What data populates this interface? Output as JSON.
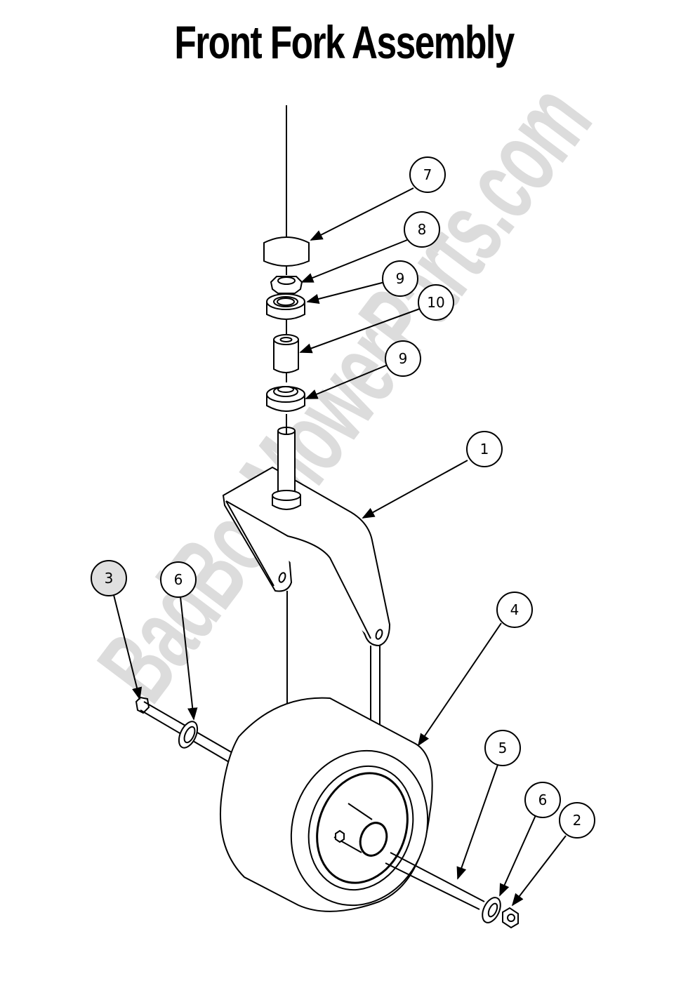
{
  "title": "Front Fork Assembly",
  "watermark": "BadBoyMowerParts.com",
  "callouts": [
    {
      "label": "7",
      "part": "dust-cap"
    },
    {
      "label": "8",
      "part": "nut"
    },
    {
      "label": "9",
      "part": "bearing-upper"
    },
    {
      "label": "10",
      "part": "spacer"
    },
    {
      "label": "9",
      "part": "bearing-lower"
    },
    {
      "label": "1",
      "part": "fork"
    },
    {
      "label": "3",
      "part": "bolt"
    },
    {
      "label": "6",
      "part": "spacer-washer-left"
    },
    {
      "label": "4",
      "part": "wheel"
    },
    {
      "label": "5",
      "part": "axle"
    },
    {
      "label": "6",
      "part": "spacer-washer-right"
    },
    {
      "label": "2",
      "part": "lock-nut"
    }
  ]
}
